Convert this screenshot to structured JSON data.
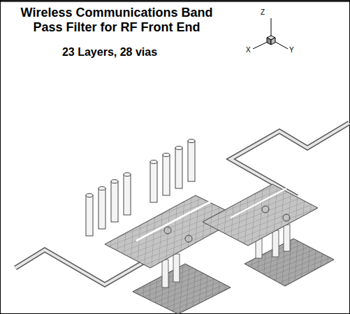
{
  "diagram": {
    "title": "Wireless Communications Band Pass Filter for RF Front End",
    "labels": [
      "23 Layers, 28 vias",
      "Z",
      "X",
      "Y"
    ]
  }
}
